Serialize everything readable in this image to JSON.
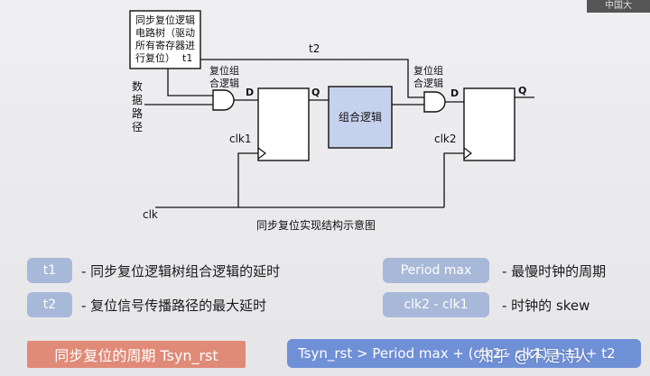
{
  "diagram": {
    "tree_box_lines": [
      "同步复位逻辑",
      "电路树（驱动",
      "所有寄存器进",
      "行复位）"
    ],
    "tree_box_t1": "t1",
    "t2_label": "t2",
    "reset_logic_label_1": [
      "复位组",
      "合逻辑"
    ],
    "reset_logic_label_2": [
      "复位组",
      "合逻辑"
    ],
    "data_path_label": [
      "数",
      "据",
      "路",
      "径"
    ],
    "d1": "D",
    "q1": "Q",
    "d2": "D",
    "q2": "Q",
    "comb_logic": "组合逻辑",
    "clk1": "clk1",
    "clk2": "clk2",
    "clk": "clk",
    "caption": "同步复位实现结构示意图"
  },
  "legend": {
    "items": [
      {
        "tag": "t1",
        "desc": "- 同步复位逻辑树组合逻辑的延时"
      },
      {
        "tag": "t2",
        "desc": "- 复位信号传播路径的最大延时"
      },
      {
        "tag": "Period max",
        "desc": "- 最慢时钟的周期"
      },
      {
        "tag": "clk2 - clk1",
        "desc": "- 时钟的 skew"
      }
    ]
  },
  "footer": {
    "left": "同步复位的周期 Tsyn_rst",
    "right": "Tsyn_rst > Period max + (clk2 - clk1) + t1 + t2",
    "watermark": "知乎 @不是诗人"
  },
  "colors": {
    "pill": "#a8b8d8",
    "comb_block": "#c6d1ee",
    "footer_left": "#e08a78",
    "footer_right": "#6f8fd6"
  }
}
